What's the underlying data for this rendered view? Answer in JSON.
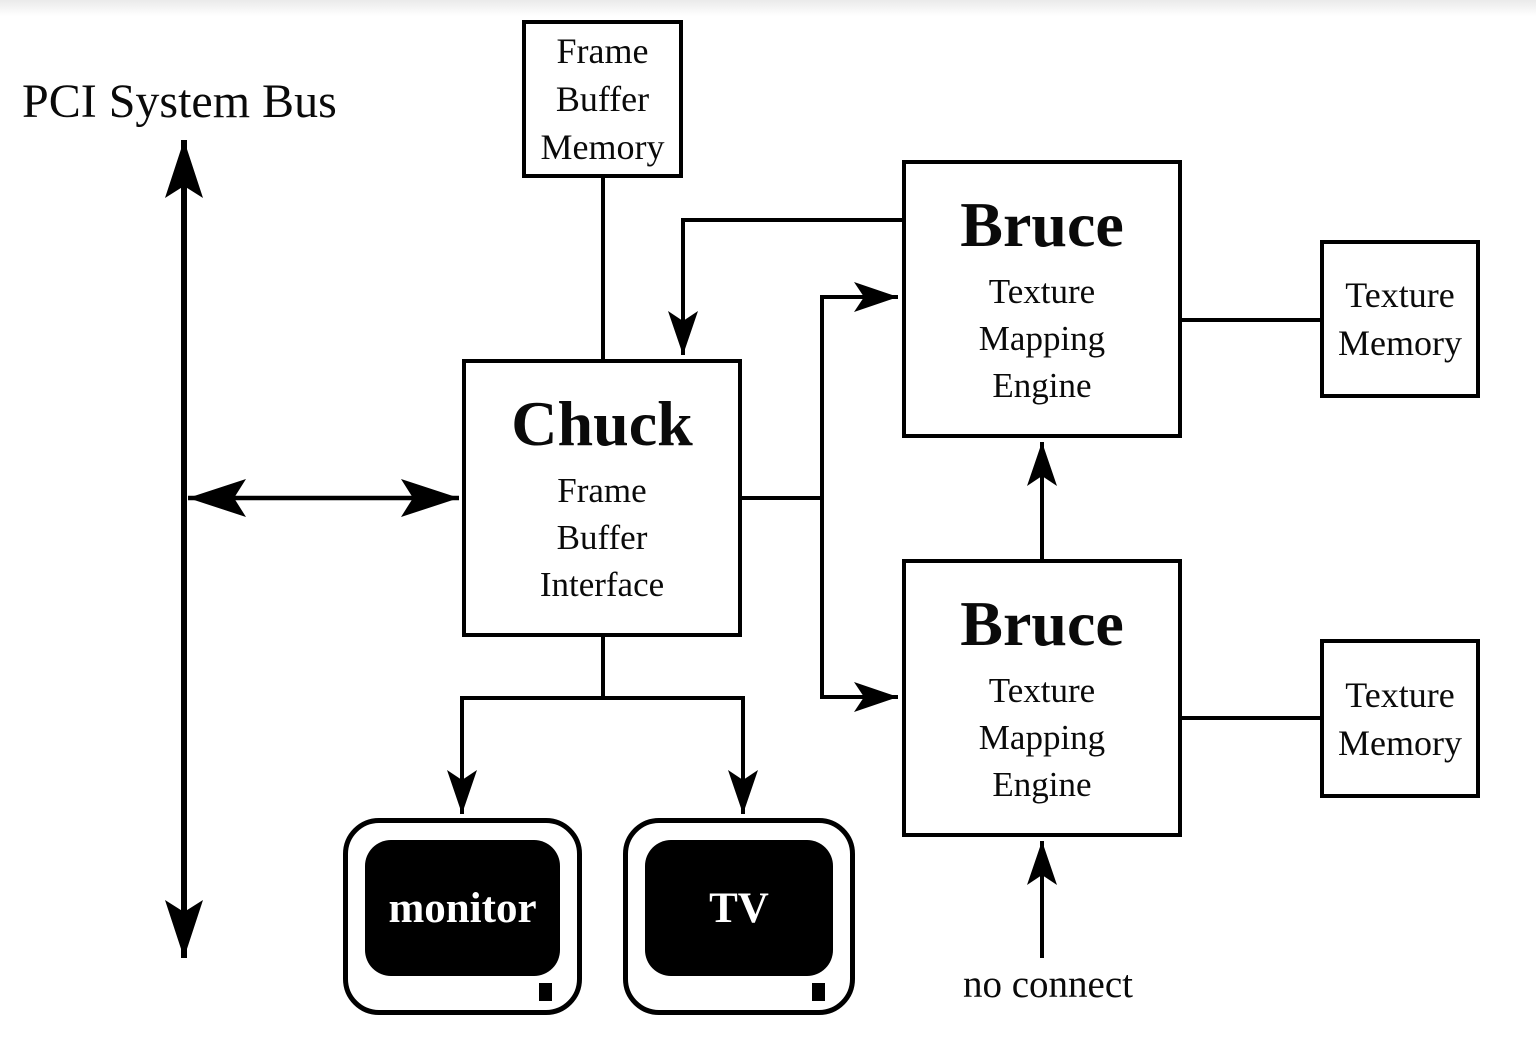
{
  "page": {
    "background": "#ffffff",
    "line_color": "#000000",
    "text_color": "#0a0a0a"
  },
  "labels": {
    "pci_bus": "PCI System Bus",
    "no_connect": "no connect"
  },
  "nodes": {
    "frame_buffer_memory": {
      "lines": [
        "Frame",
        "Buffer",
        "Memory"
      ]
    },
    "chuck": {
      "title": "Chuck",
      "subtitle": [
        "Frame",
        "Buffer",
        "Interface"
      ]
    },
    "bruce_top": {
      "title": "Bruce",
      "subtitle": [
        "Texture",
        "Mapping",
        "Engine"
      ]
    },
    "bruce_bottom": {
      "title": "Bruce",
      "subtitle": [
        "Texture",
        "Mapping",
        "Engine"
      ]
    },
    "texture_memory_top": {
      "lines": [
        "Texture",
        "Memory"
      ]
    },
    "texture_memory_bottom": {
      "lines": [
        "Texture",
        "Memory"
      ]
    },
    "monitor": {
      "label": "monitor"
    },
    "tv": {
      "label": "TV"
    }
  }
}
